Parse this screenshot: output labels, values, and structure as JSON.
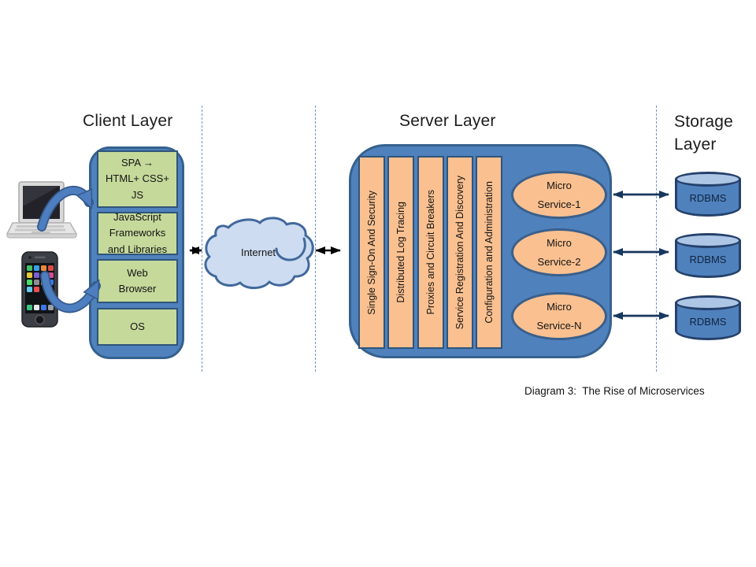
{
  "headings": {
    "client": "Client Layer",
    "server": "Server Layer",
    "storage": "Storage Layer"
  },
  "client": {
    "stack": [
      {
        "label": "SPA →\nHTML+ CSS+\nJS"
      },
      {
        "label": "JavaScript\nFrameworks\nand Libraries"
      },
      {
        "label": "Web\nBrowser"
      },
      {
        "label": "OS"
      }
    ]
  },
  "network": {
    "cloud_label": "Internet"
  },
  "server": {
    "sidebars": [
      "Single Sign-On And Security",
      "Distributed Log Tracing",
      "Proxies and Circuit Breakers",
      "Service Registration And Discovery",
      "Configuration and Administration"
    ],
    "services": [
      "Micro\nService-1",
      "Micro\nService-2",
      "Micro\nService-N"
    ]
  },
  "storage": {
    "databases": [
      "RDBMS",
      "RDBMS",
      "RDBMS"
    ]
  },
  "caption": "Diagram 3:  The Rise of Microservices",
  "icons": {
    "laptop": "laptop-icon",
    "smartphone": "smartphone-icon",
    "cloud": "internet-cloud-icon",
    "database": "database-cylinder-icon",
    "curved_arrow": "curved-connector-arrow",
    "double_arrow": "double-headed-arrow"
  },
  "colors": {
    "container_blue": "#4F81BD",
    "container_border": "#35618E",
    "client_green": "#C5D99B",
    "bar_orange": "#FAC090",
    "cloud_fill": "#CDDCF0",
    "navy_arrow": "#17375E",
    "black_arrow": "#000000"
  }
}
